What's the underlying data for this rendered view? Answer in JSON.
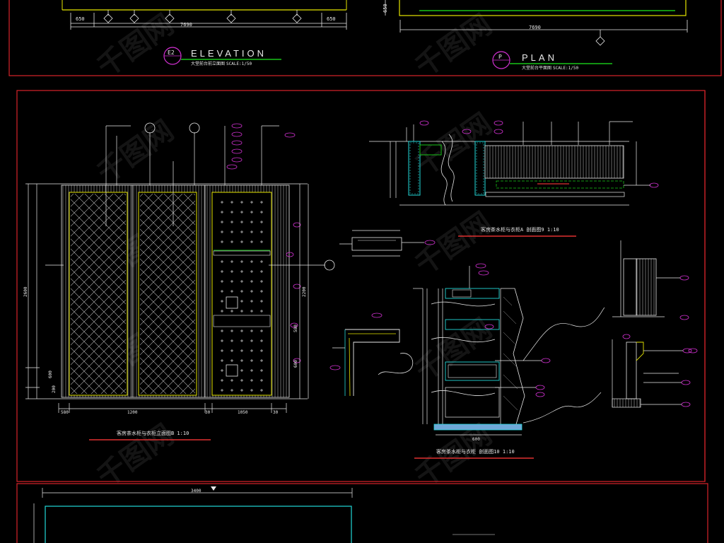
{
  "header": {
    "elevation": {
      "tag": "E2",
      "word": "ELEVATION",
      "subtitle": "大堂前台前立面图",
      "scale": "SCALE:1/50",
      "dims": [
        "650",
        "7690",
        "650"
      ]
    },
    "plan": {
      "tag": "P",
      "word": "PLAN",
      "subtitle": "大堂前台平面图",
      "scale": "SCALE:1/50",
      "dims": [
        "650",
        "7690"
      ]
    }
  },
  "drawings": {
    "main_elevation": {
      "title": "客房茶水柜与衣柜立面图B   1:10",
      "bottom_dims": [
        "580",
        "1200",
        "30",
        "1050",
        "30"
      ],
      "left_dims": [
        "2600",
        "600",
        "200"
      ],
      "right_dims": [
        "2200",
        "580",
        "600"
      ]
    },
    "section_a": {
      "title": "客房茶水柜与衣柜A 剖面图9   1:10"
    },
    "section_b": {
      "title": "客房茶水柜与衣柜 剖面图10   1:10",
      "bottom_dim": "600"
    },
    "lower_frame": {
      "top_dim": "3400"
    }
  },
  "watermark": "千图网",
  "colors": {
    "background": "#000000",
    "frame": "#d8232a",
    "line": "#e8e8e8",
    "yellow": "#e6e600",
    "green": "#18c418",
    "cyan": "#22d8d8",
    "magenta": "#d030d0",
    "red_title_bar": "#e03030"
  }
}
